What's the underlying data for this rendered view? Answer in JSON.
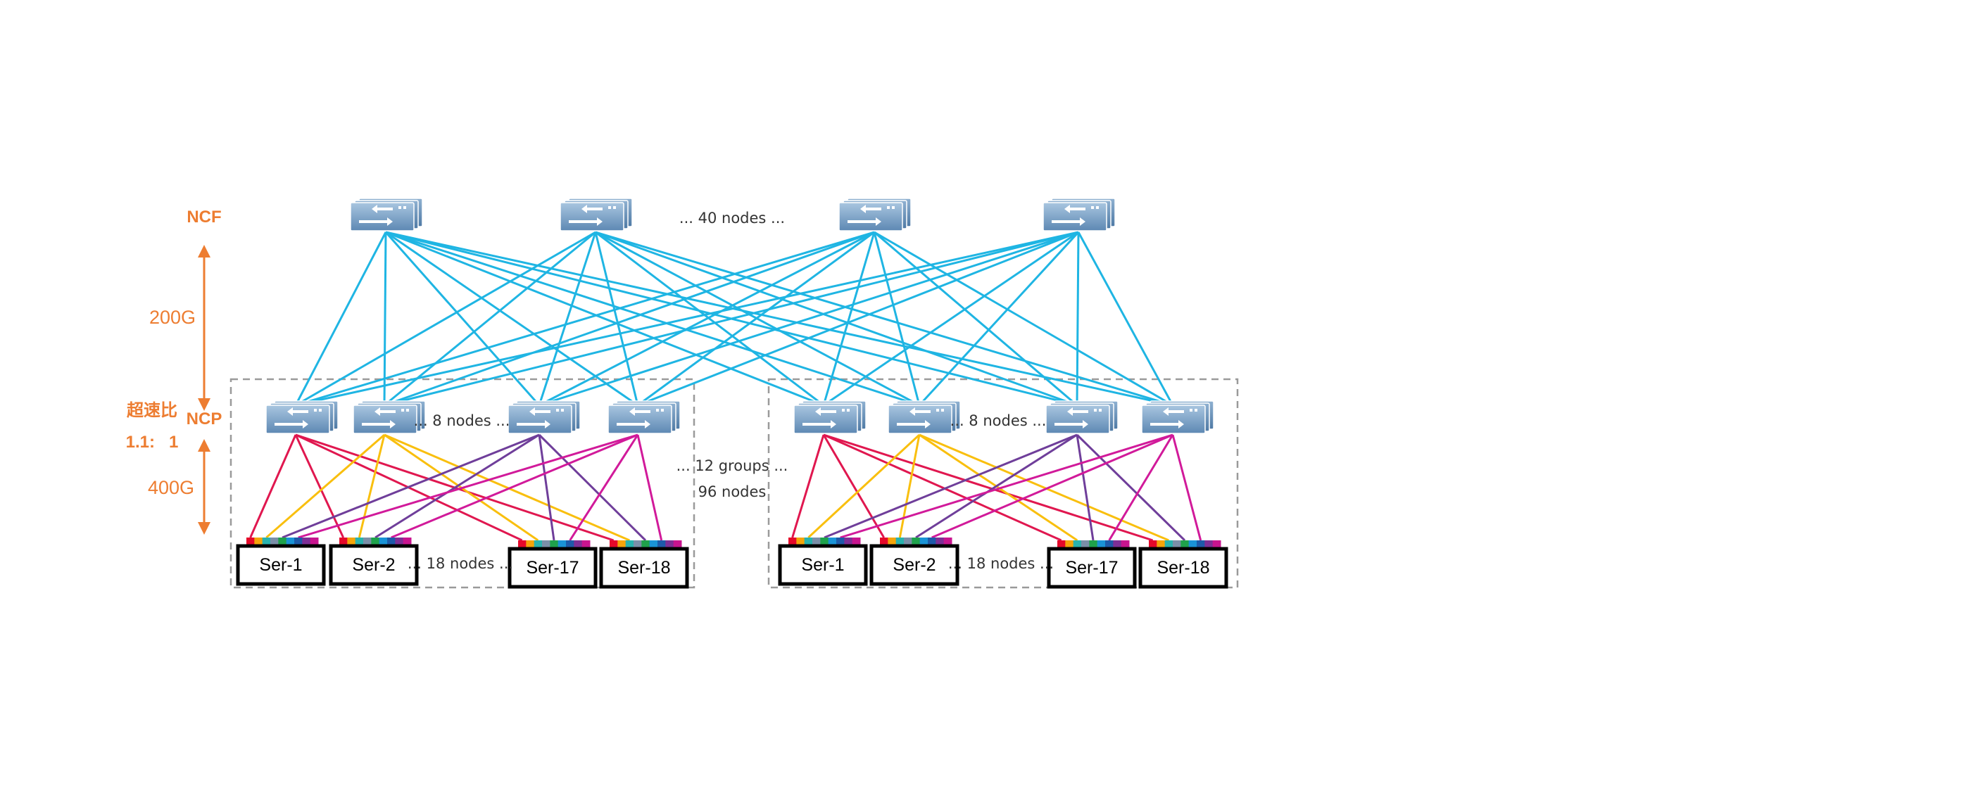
{
  "colors": {
    "accent_orange": "#ED7D31",
    "spine_link": "#1FB5E3",
    "leaf_links": [
      "#E0174F",
      "#F9BF0E",
      "#6F3E9A",
      "#D11A9A"
    ],
    "server_ports": [
      "#E5092A",
      "#F5A50A",
      "#29B3AE",
      "#7B8FA8",
      "#1FA24B",
      "#1A93D6",
      "#1E5AA9",
      "#7E2F96",
      "#C8158F"
    ],
    "switch_body": "#6E98BF"
  },
  "labels": {
    "ncf": "NCF",
    "ncp": "NCP",
    "bw_top": "200G",
    "bw_bottom": "400G",
    "ratio_title": "超速比",
    "ratio_value": "1.1:   1",
    "ncf_nodes": "... 40 nodes ...",
    "ncp_nodes": "... 8 nodes ...",
    "server_nodes": "... 18 nodes ...",
    "groups": "... 12 groups ...",
    "group_nodes": "96 nodes"
  },
  "servers": [
    "Ser-1",
    "Ser-2",
    "Ser-17",
    "Ser-18"
  ],
  "icons": {
    "switch": "switch-stack-icon",
    "arrow": "double-arrow-up-down-icon"
  }
}
